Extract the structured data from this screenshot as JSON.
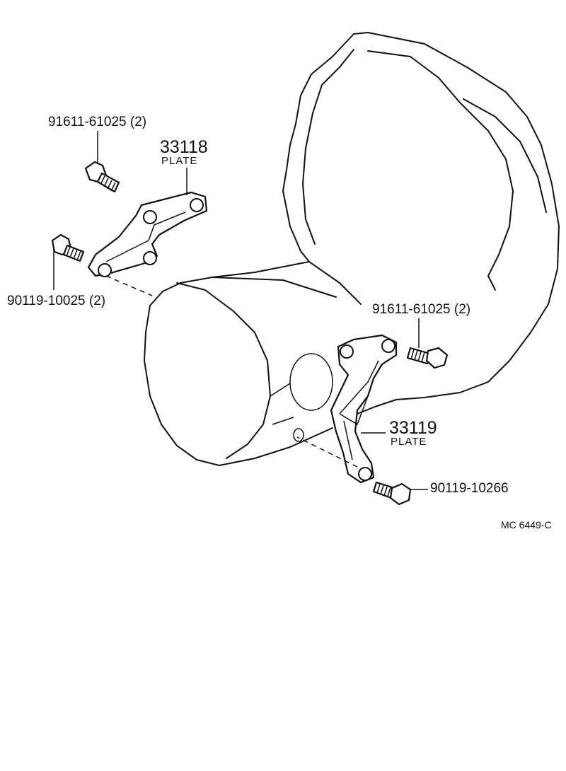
{
  "callouts": {
    "bolt_upper_left": "91611-61025 (2)",
    "plate_upper_number": "33118",
    "plate_upper_name": "PLATE",
    "bolt_lower_left": "90119-10025 (2)",
    "bolt_right": "91611-61025 (2)",
    "plate_lower_number": "33119",
    "plate_lower_name": "PLATE",
    "bolt_lower_right": "90119-10266"
  },
  "diagram_ref": "MC  6449-C",
  "colors": {
    "line": "#111111",
    "background": "#ffffff"
  }
}
